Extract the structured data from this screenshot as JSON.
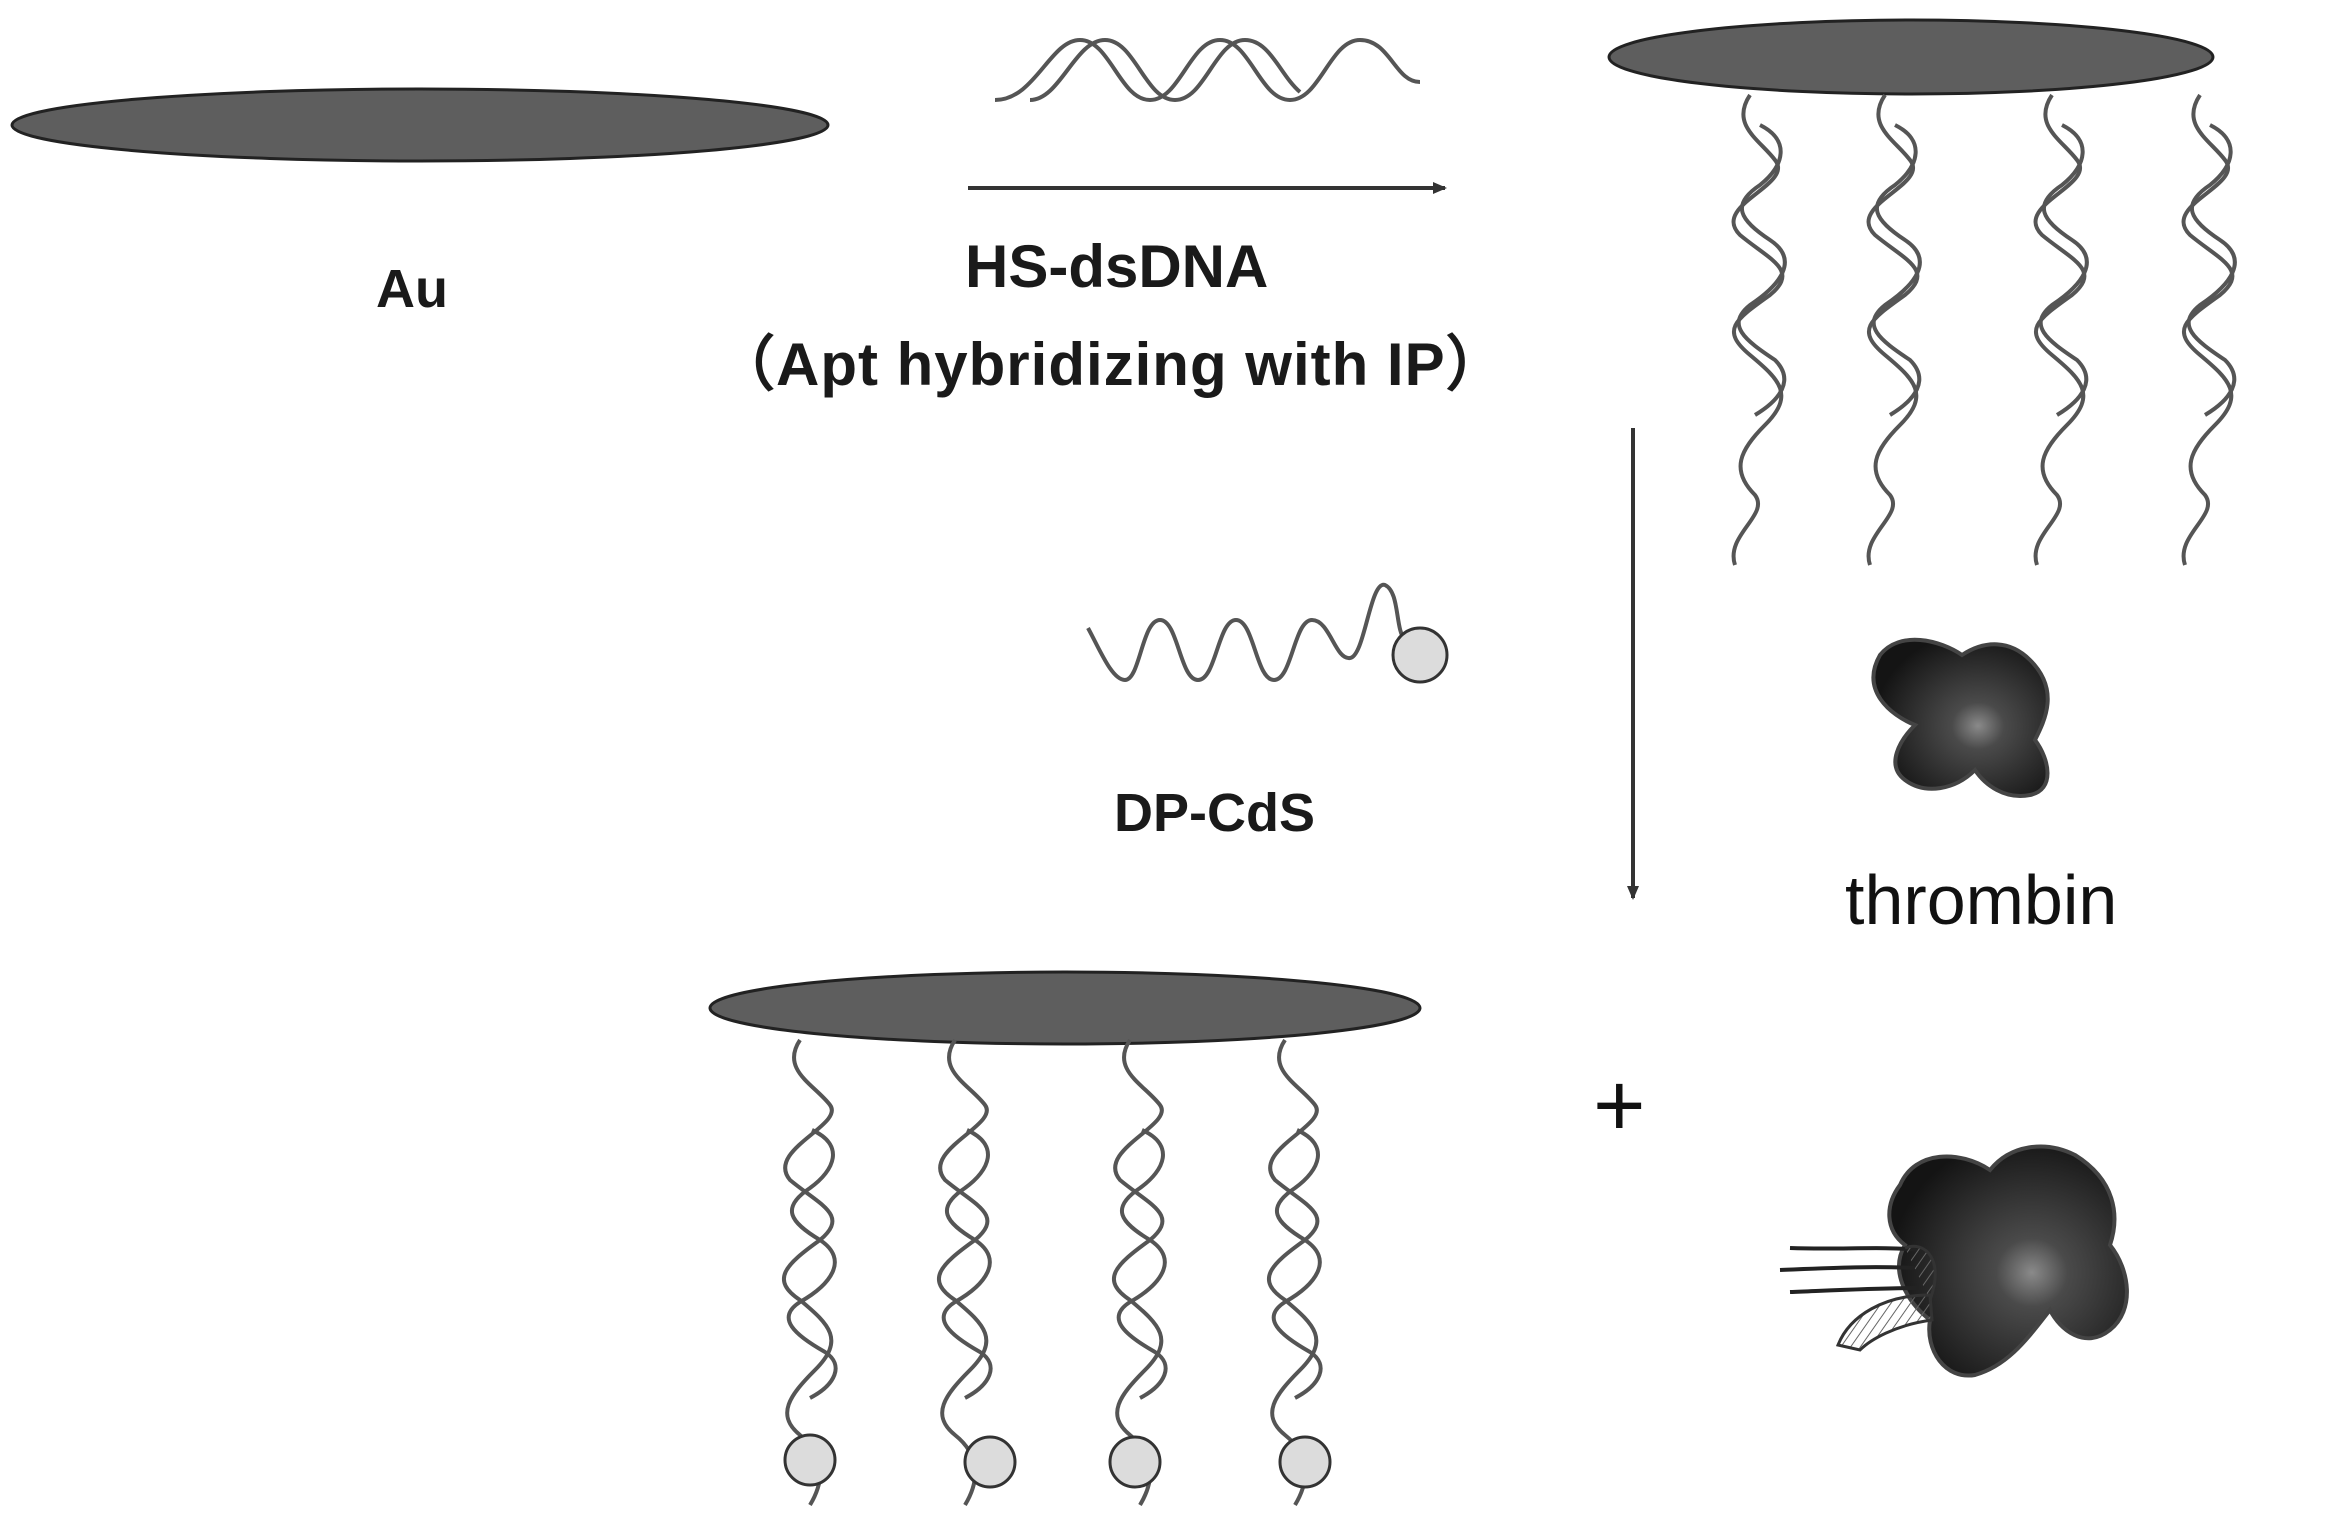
{
  "labels": {
    "au": "Au",
    "step1_reagent": "HS-dsDNA",
    "step1_note": "（Apt hybridizing  with IP）",
    "probe": "DP-CdS",
    "target": "thrombin",
    "plus": "+"
  },
  "colors": {
    "electrode_fill": "#5e5e5e",
    "strand": "#555555",
    "cds_particle_fill": "#dcdcdc",
    "thrombin_body": "#1e1e1e",
    "text": "#1a1a1a"
  },
  "icons": {
    "electrode": "gold-electrode-disc",
    "probe_particle": "cds-nanoparticle",
    "target": "thrombin-protein-blob"
  }
}
